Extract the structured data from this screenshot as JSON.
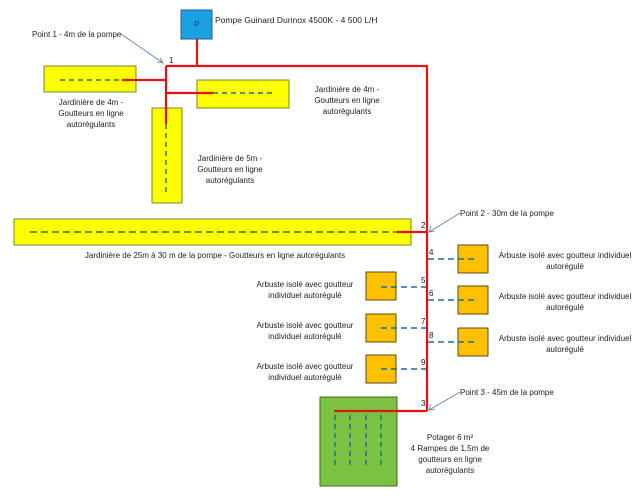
{
  "colors": {
    "pipe": "#e0131a",
    "drip": "#1f6f8f",
    "drip_green": "#3a7a20",
    "jardiniere_fill": "#ffff00",
    "jardiniere_border": "#6c8a2a",
    "arbuste_fill": "#ffc000",
    "arbuste_border": "#5a4a1a",
    "potager_fill": "#7cc242",
    "potager_border": "#3d6a1e",
    "pump_fill": "#1ba1e2",
    "pump_border": "#1f5f8f",
    "arrow": "#5b7fb5"
  },
  "pump": {
    "symbol": "P",
    "label": "Pompe Guinard Durinox 4500K - 4 500 L/H"
  },
  "points": {
    "p1": "Point 1 - 4m de la pompe",
    "p2": "Point 2 -  30m de la pompe",
    "p3": "Point 3 - 45m de la pompe"
  },
  "junctions": [
    "1",
    "2",
    "3",
    "4",
    "5",
    "6",
    "7",
    "8",
    "9"
  ],
  "jardinieres": {
    "j1": [
      "Jardinière de 4m -",
      "Goutteurs en ligne",
      "autorégulants"
    ],
    "j2": [
      "Jardinière de 4m -",
      "Goutteurs en ligne",
      "autorégulants"
    ],
    "j3": [
      "Jardinière de 5m  -",
      "Goutteurs en ligne",
      "autorégulants"
    ],
    "long": "Jardinière de 25m à 30 m de la pompe - Goutteurs en ligne autorégulants"
  },
  "arbustes": {
    "right_line1": "Arbuste isolé avec goutteur individuel",
    "right_line2": "autorégulé",
    "left_line1": "Arbuste isolé avec goutteur",
    "left_line2": "individuel autorégulé"
  },
  "potager": [
    "Potager 6 m²",
    "4 Rampes de 1,5m de",
    "goutteurs en ligne",
    "autorégulants"
  ]
}
